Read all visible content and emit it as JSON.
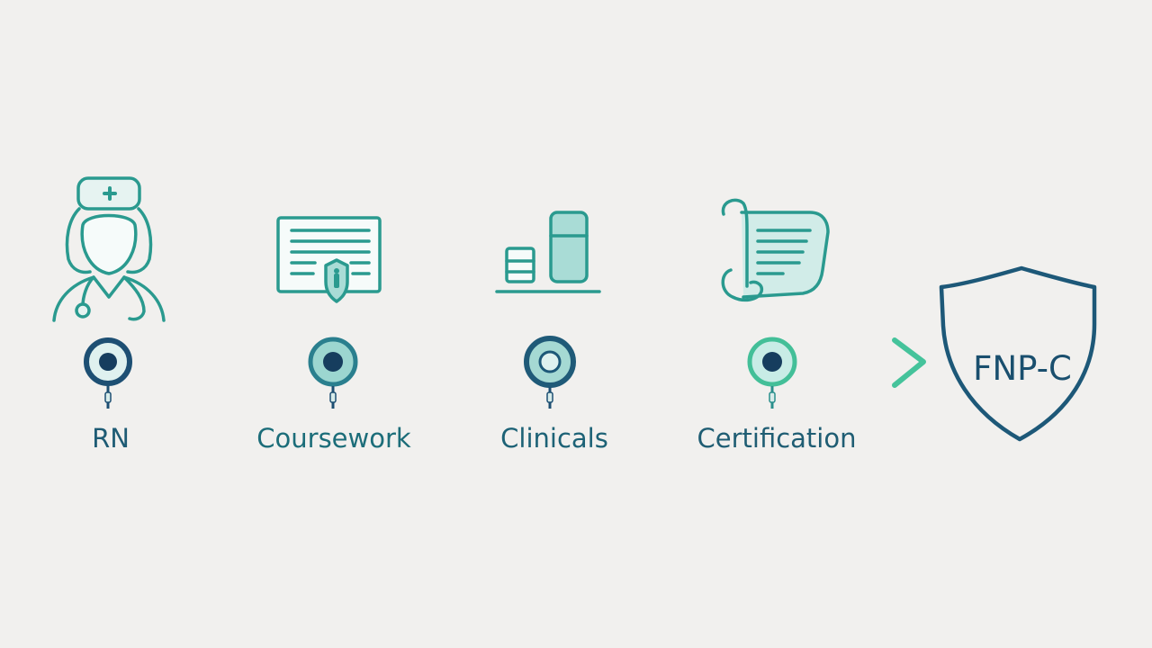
{
  "steps": [
    {
      "label": "RN",
      "icon": "nurse-icon"
    },
    {
      "label": "Coursework",
      "icon": "document-shield-icon"
    },
    {
      "label": "Clinicals",
      "icon": "bar-chart-icon"
    },
    {
      "label": "Certification",
      "icon": "scroll-certificate-icon"
    }
  ],
  "goal": {
    "label": "FNP-C",
    "icon": "shield-icon"
  },
  "colors": {
    "background": "#f1f0ee",
    "navy": "#1d5878",
    "teal": "#2a9a8f",
    "light_teal": "#a9dcd6",
    "green": "#43bf98"
  }
}
